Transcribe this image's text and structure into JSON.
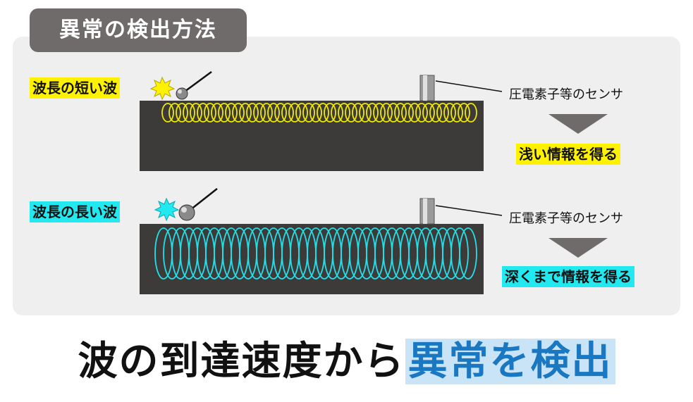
{
  "title": "異常の検出方法",
  "short_wave": {
    "label": "波長の短い波",
    "sensor_label": "圧電素子等のセンサ",
    "result": "浅い情報を得る",
    "wave_color": "#f0e800",
    "highlight_color": "#fff200"
  },
  "long_wave": {
    "label": "波長の長い波",
    "sensor_label": "圧電素子等のセンサ",
    "result": "深くまで情報を得る",
    "wave_color": "#22e0e8",
    "highlight_color": "#22e8f0"
  },
  "bottom": {
    "prefix": "波の到達速度から",
    "highlight": "異常を検出"
  },
  "colors": {
    "block": "#3d3a3a",
    "panel": "#efefef",
    "arrow": "#6f6b6b",
    "accent_text": "#1a78c2"
  }
}
